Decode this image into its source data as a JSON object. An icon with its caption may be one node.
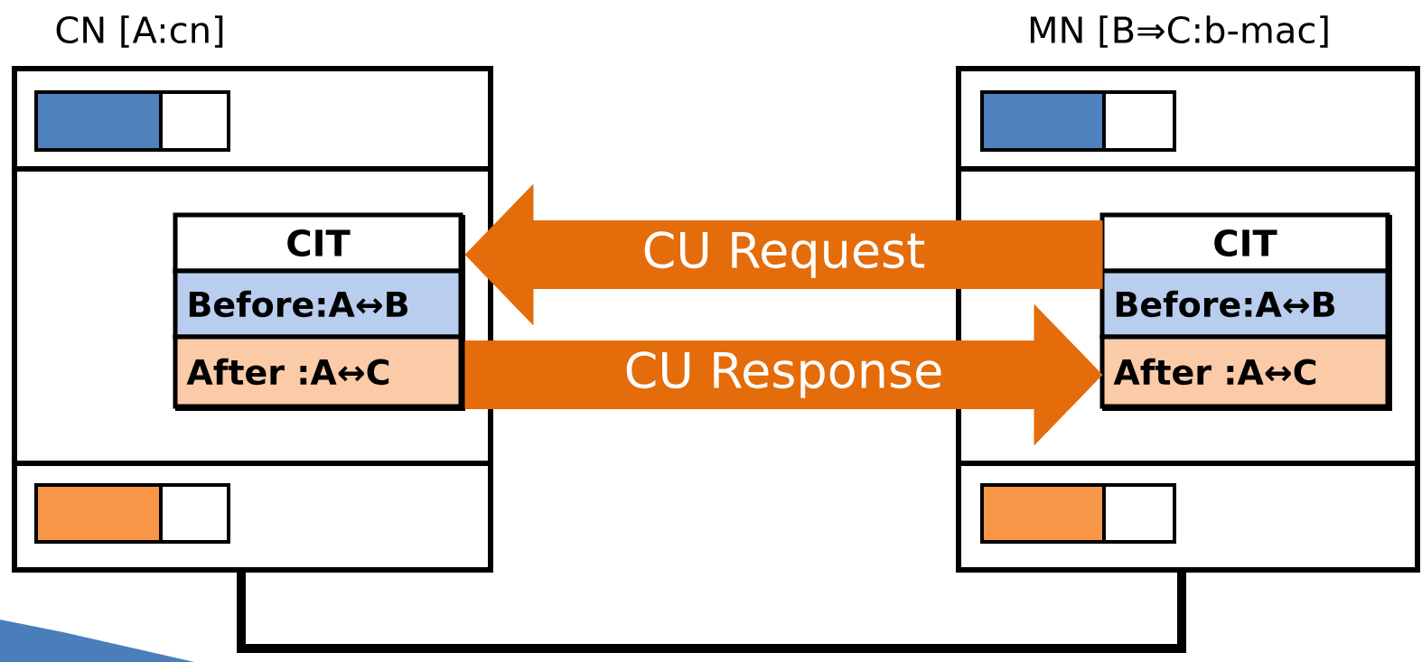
{
  "diagram": {
    "nodes": [
      {
        "text": [
          "CN [A:cn]"
        ]
      },
      {
        "text": [
          "MN [B⇒C:b-mac]"
        ]
      },
      {
        "text": [
          "CIT",
          "Before:A↔B",
          "After :A↔C"
        ],
        "in": 0
      },
      {
        "text": [
          "CIT",
          "Before:A↔B",
          "After :A↔C"
        ],
        "in": 1
      }
    ],
    "edges": [
      {
        "from": 3,
        "to": 2,
        "arrow": "to",
        "label": "CU Request",
        "style": "thick",
        "color": "#e46c0a"
      },
      {
        "from": 2,
        "to": 3,
        "arrow": "to",
        "label": "CU Response",
        "style": "thick",
        "color": "#e46c0a"
      },
      {
        "from": 0,
        "to": 1,
        "arrow": "none",
        "color": "#000000"
      }
    ]
  }
}
